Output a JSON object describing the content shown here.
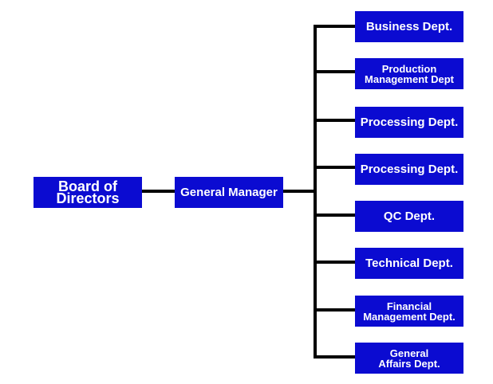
{
  "colors": {
    "box_fill": "#0b0bd1",
    "box_text": "#ffffff",
    "connector": "#000000"
  },
  "org": {
    "board": "Board of\nDirectors",
    "general_manager": "General Manager",
    "departments": [
      "Business Dept.",
      "Production\nManagement Dept",
      "Processing Dept.",
      "Processing Dept.",
      "QC Dept.",
      "Technical Dept.",
      "Financial\nManagement Dept.",
      "General\nAffairs Dept."
    ]
  }
}
